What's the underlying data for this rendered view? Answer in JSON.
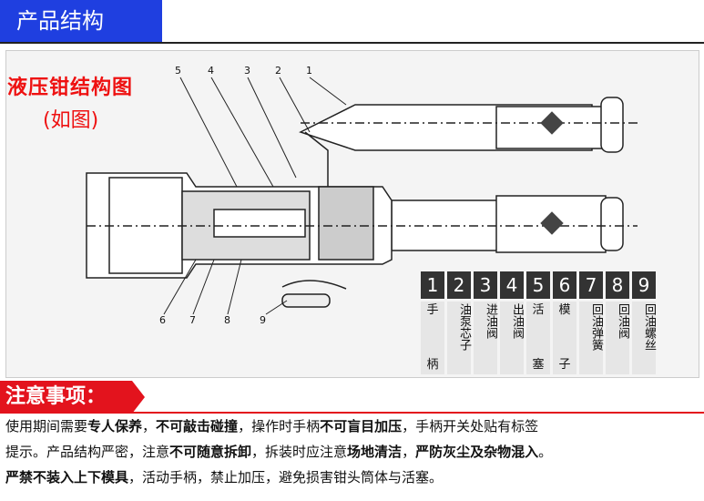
{
  "header": {
    "title": "产品结构"
  },
  "diagram": {
    "title": "液压钳结构图",
    "subtitle": "(如图)",
    "callouts": [
      "1",
      "2",
      "3",
      "4",
      "5",
      "6",
      "7",
      "8",
      "9"
    ]
  },
  "legend": [
    {
      "num": "1",
      "top": "手",
      "bottom": "柄"
    },
    {
      "num": "2",
      "top": "油泵芯子",
      "bottom": ""
    },
    {
      "num": "3",
      "top": "进油阀",
      "bottom": ""
    },
    {
      "num": "4",
      "top": "出油阀",
      "bottom": ""
    },
    {
      "num": "5",
      "top": "活",
      "bottom": "塞"
    },
    {
      "num": "6",
      "top": "模",
      "bottom": "子"
    },
    {
      "num": "7",
      "top": "回油弹簧",
      "bottom": ""
    },
    {
      "num": "8",
      "top": "回油阀",
      "bottom": ""
    },
    {
      "num": "9",
      "top": "回油螺丝",
      "bottom": ""
    }
  ],
  "notes": {
    "title": "注意事项：",
    "line1": [
      "使用期间需要",
      "专人保养",
      "，",
      "不可敲击碰撞",
      "，操作时手柄",
      "不可盲目加压",
      "，手柄开关处贴有标签"
    ],
    "line2": [
      "提示。产品结构严密，注意",
      "不可随意拆卸",
      "，拆装时应注意",
      "场地清洁",
      "，",
      "严防灰尘及杂物混入",
      "。"
    ],
    "line3": [
      "严禁不装入上下模具",
      "，活动手柄，禁止加压，避免损害钳头筒体与活塞。"
    ]
  }
}
